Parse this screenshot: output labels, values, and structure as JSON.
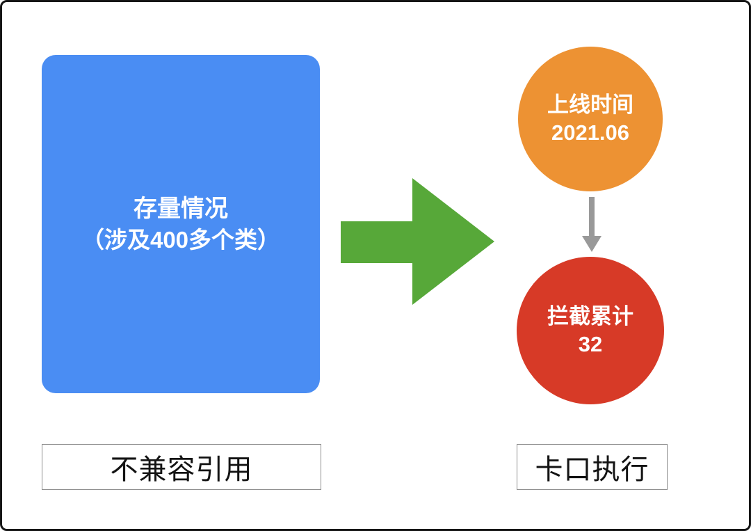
{
  "canvas": {
    "background": "#ffffff",
    "border_color": "#161616"
  },
  "left_section": {
    "box": {
      "title": "存量情况",
      "subtitle": "（涉及400多个类）",
      "fill": "#4A8DF3",
      "text_color": "#ffffff"
    },
    "caption": "不兼容引用"
  },
  "arrow": {
    "fill": "#57A839"
  },
  "right_section": {
    "top_circle": {
      "line1": "上线时间",
      "line2": "2021.06",
      "fill": "#ED9233",
      "text_color": "#ffffff"
    },
    "connector_color": "#999999",
    "bottom_circle": {
      "line1": "拦截累计",
      "line2": "32",
      "fill": "#D73A27",
      "text_color": "#ffffff"
    },
    "caption": "卡口执行"
  }
}
